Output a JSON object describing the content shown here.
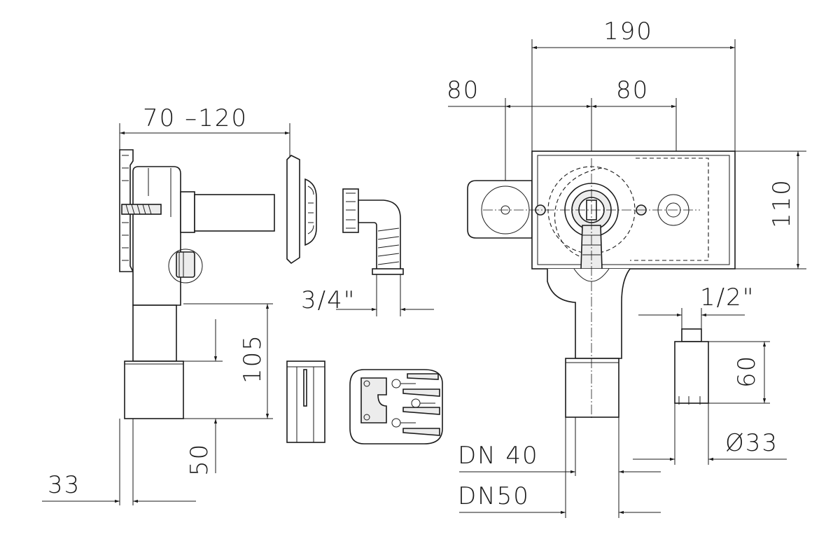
{
  "dimensions": {
    "depth_range": "70 –120",
    "overall_width": "190",
    "left_offset": "80",
    "right_offset": "80",
    "box_height": "110",
    "hose_thread": "3/4\"",
    "valve_thread": "1/2\"",
    "drain_drop": "105",
    "outlet_length": "50",
    "outlet_diameter_left": "33",
    "valve_height": "60",
    "valve_diameter": "Ø33",
    "dn40": "DN 40",
    "dn50": "DN50"
  }
}
